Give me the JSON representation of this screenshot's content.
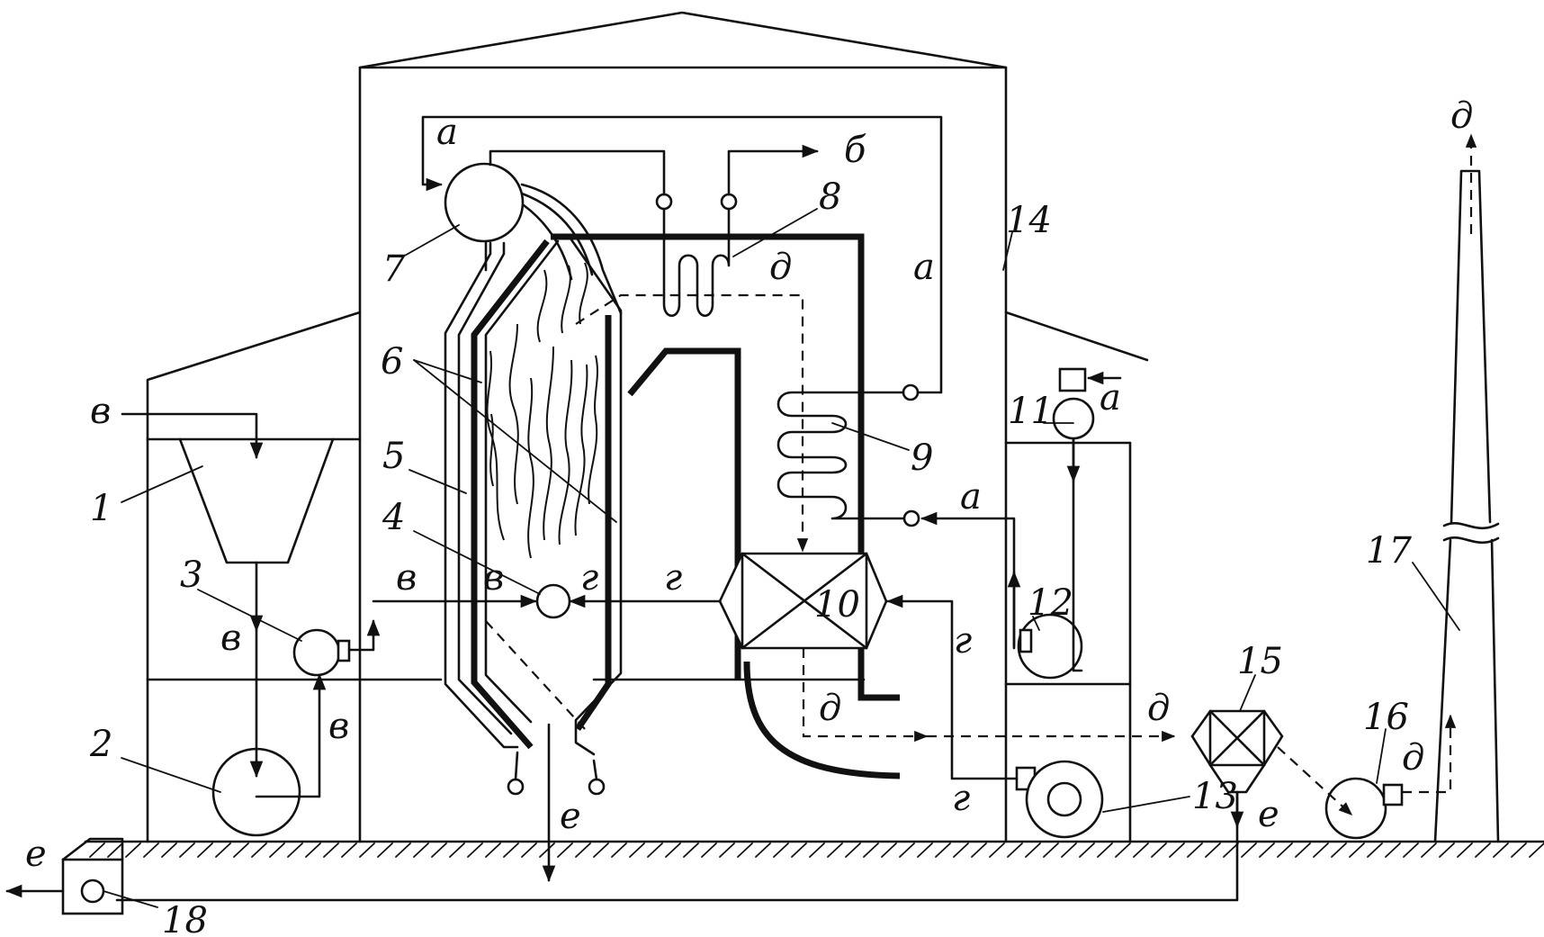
{
  "stream_labels": {
    "a": "а",
    "b": "б",
    "v": "в",
    "g": "г",
    "d": "д",
    "e": "е"
  },
  "numbers": {
    "n1": "1",
    "n2": "2",
    "n3": "3",
    "n4": "4",
    "n5": "5",
    "n6": "6",
    "n7": "7",
    "n8": "8",
    "n9": "9",
    "n10": "10",
    "n11": "11",
    "n12": "12",
    "n13": "13",
    "n14": "14",
    "n15": "15",
    "n16": "16",
    "n17": "17",
    "n18": "18"
  }
}
